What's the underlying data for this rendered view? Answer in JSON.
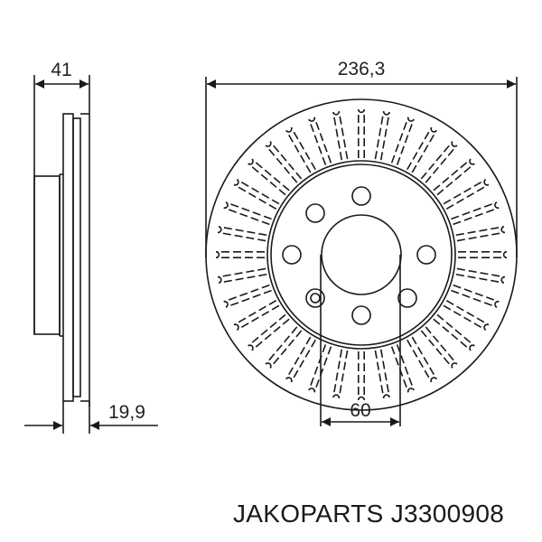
{
  "drawing": {
    "type": "brake-disc-technical-drawing",
    "line_color": "#1a1a1a",
    "background": "#ffffff",
    "dimensions": {
      "overall_thickness": "41",
      "min_thickness": "19,9",
      "diameter": "236,3",
      "center_bore": "60"
    },
    "disc": {
      "vane_count": 36,
      "bolt_holes": 6,
      "locating_hole": 1
    }
  },
  "caption": {
    "brand": "JAKOPARTS",
    "part_number": "J3300908"
  }
}
